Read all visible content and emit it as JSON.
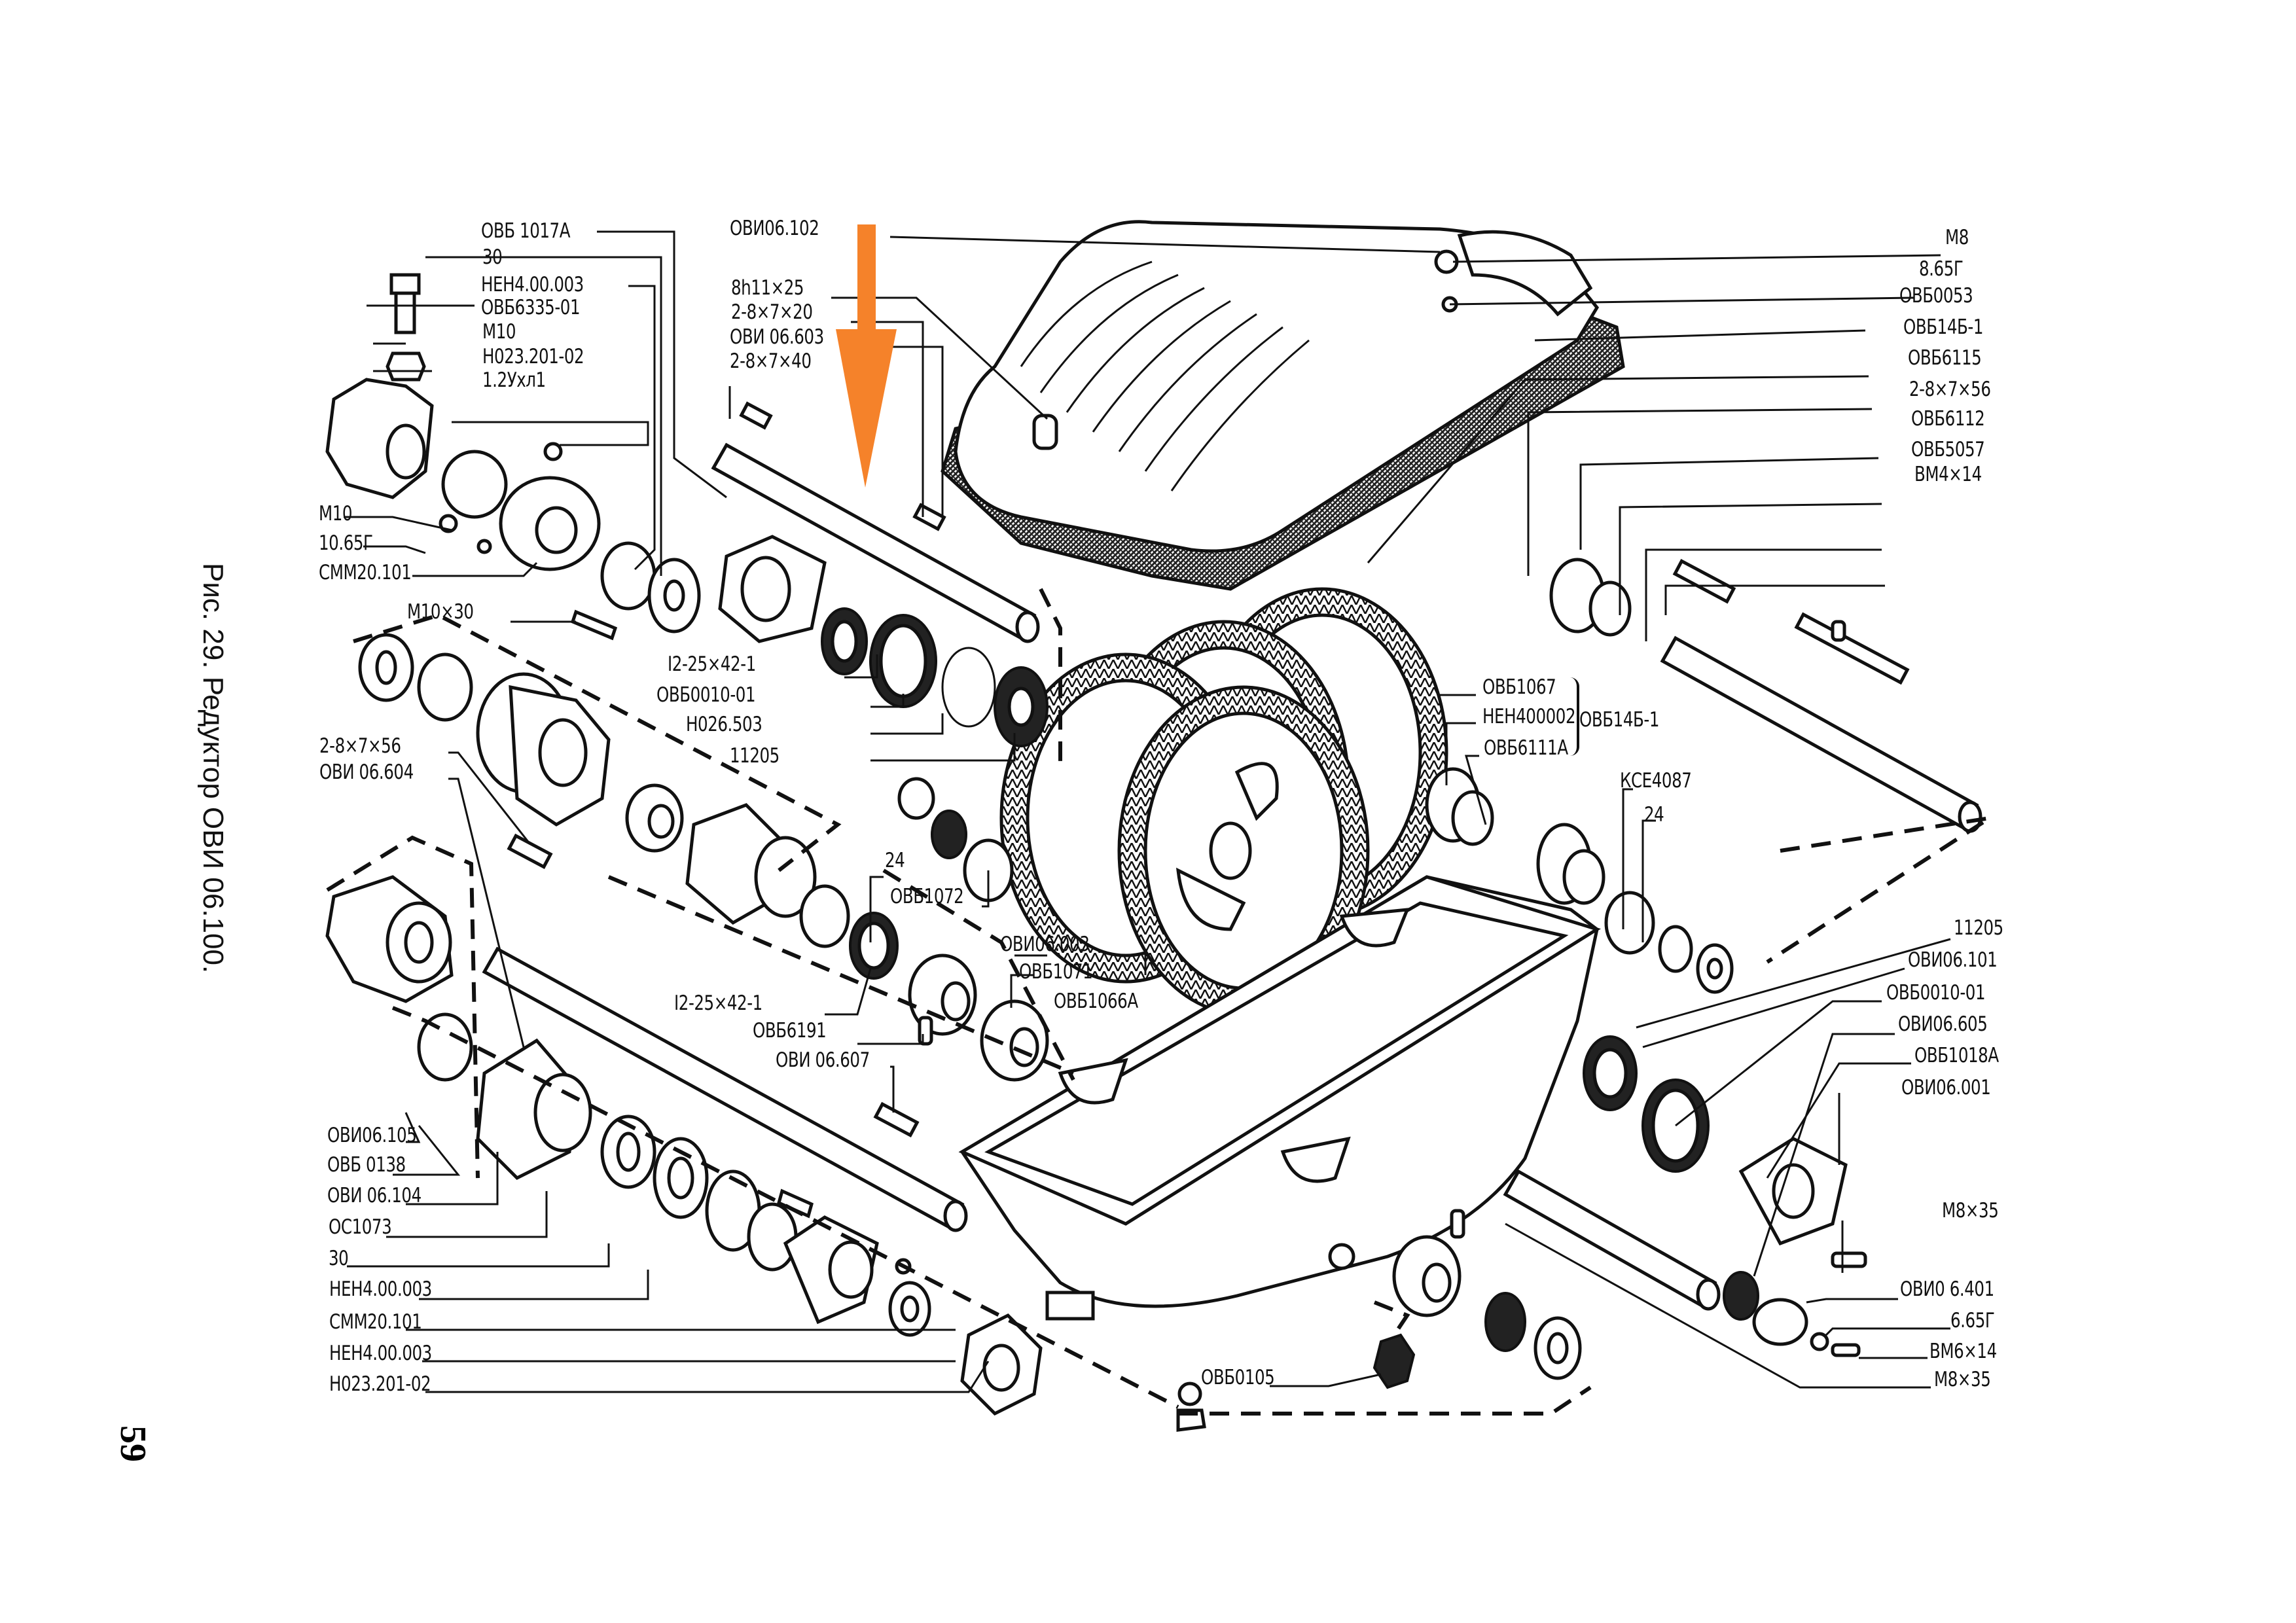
{
  "figure": {
    "caption": "Рис. 29. Редуктор ОВИ 06.100.",
    "page_number": "59",
    "highlight_arrow_color": "#f5822a"
  },
  "labels": {
    "top_left": [
      "ОВБ 1017А",
      "30",
      "НЕН4.00.003",
      "ОВБ6335-01",
      "М10",
      "Н023.201-02",
      "1.2Ухл1"
    ],
    "left_mid": [
      "М10",
      "10.65Г",
      "СММ20.101",
      "М10×30"
    ],
    "top_center": [
      "ОВИ06.102",
      "8h11×25",
      "2-8×7×20",
      "ОВИ 06.603",
      "2-8×7×40"
    ],
    "center_stack": [
      "I2-25×42-1",
      "ОВБ0010-01",
      "Н026.503",
      "11205"
    ],
    "left_shaft": [
      "2-8×7×56",
      "ОВИ 06.604"
    ],
    "center_lower": [
      "24",
      "ОВБ1072",
      "ОВИ06.003",
      "ОВБ1071",
      "ОВБ1066А",
      "I2-25×42-1",
      "ОВБ6191",
      "ОВИ 06.607"
    ],
    "bottom_left": [
      "ОВИ06.105",
      "ОВБ 0138",
      "ОВИ 06.104",
      "ОС1073",
      "30",
      "НЕН4.00.003",
      "СММ20.101",
      "НЕН4.00.003",
      "Н023.201-02"
    ],
    "bottom_center": [
      "ОВБ0105"
    ],
    "right_top": [
      "М8",
      "8.65Г",
      "ОВБ0053",
      "ОВБ14Б-1",
      "ОВБ6115",
      "2-8×7×56",
      "ОВБ6112",
      "ОВБ5057",
      "ВМ4×14"
    ],
    "gear_group": [
      "ОВБ1067",
      "НЕН400002",
      "ОВБ6111А"
    ],
    "gear_group_assembly": "ОВБ14Б-1",
    "right_mid": [
      "КСЕ4087",
      "24"
    ],
    "right_bottom": [
      "11205",
      "ОВИ06.101",
      "ОВБ0010-01",
      "ОВИ06.605",
      "ОВБ1018А",
      "ОВИ06.001",
      "М8×35",
      "ОВИ0 6.401",
      "6.65Г",
      "ВМ6×14",
      "М8×35"
    ]
  }
}
